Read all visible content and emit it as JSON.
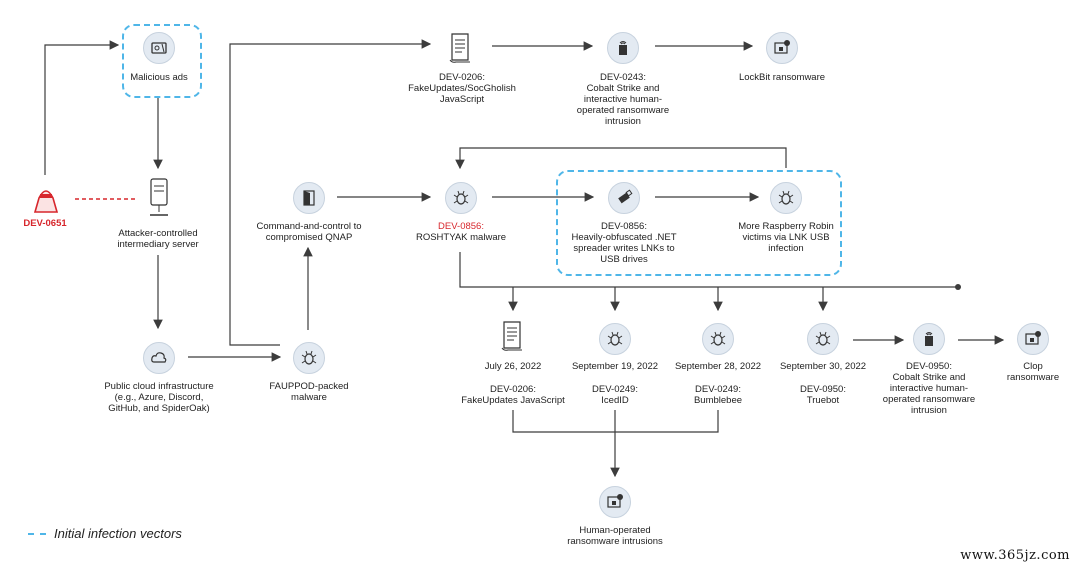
{
  "nodes": {
    "dev0651": {
      "label": "DEV-0651"
    },
    "malicious_ads": {
      "label": "Malicious ads"
    },
    "attacker_server": {
      "line1": "Attacker-controlled",
      "line2": "intermediary server"
    },
    "public_cloud": {
      "line1": "Public cloud infrastructure",
      "line2": "(e.g., Azure, Discord,",
      "line3": "GitHub, and SpiderOak)"
    },
    "fauppod": {
      "line1": "FAUPPOD-packed",
      "line2": "malware"
    },
    "c2_qnap": {
      "line1": "Command-and-control to",
      "line2": "compromised QNAP"
    },
    "fakeupdates_top": {
      "line1": "DEV-0206:",
      "line2": "FakeUpdates/SocGholish",
      "line3": "JavaScript"
    },
    "dev0243": {
      "line1": "DEV-0243:",
      "line2": "Cobalt Strike and",
      "line3": "interactive human-",
      "line4": "operated ransomware",
      "line5": "intrusion"
    },
    "lockbit": {
      "label": "LockBit ransomware"
    },
    "roshtyak": {
      "id": "DEV-0856:",
      "name": "ROSHTYAK malware"
    },
    "dev0856_spreader": {
      "line1": "DEV-0856:",
      "line2": "Heavily-obfuscated .NET",
      "line3": "spreader writes LNKs to",
      "line4": "USB drives"
    },
    "more_victims": {
      "line1": "More Raspberry Robin",
      "line2": "victims via LNK USB",
      "line3": "infection"
    },
    "fakeupdates_bottom": {
      "date": "July 26, 2022",
      "line1": "DEV-0206:",
      "line2": "FakeUpdates JavaScript"
    },
    "icedid": {
      "date": "September 19, 2022",
      "line1": "DEV-0249:",
      "line2": "IcedID"
    },
    "bumblebee": {
      "date": "September 28, 2022",
      "line1": "DEV-0249:",
      "line2": "Bumblebee"
    },
    "truebot": {
      "date": "September 30, 2022",
      "line1": "DEV-0950:",
      "line2": "Truebot"
    },
    "dev0950": {
      "line1": "DEV-0950:",
      "line2": "Cobalt Strike and",
      "line3": "interactive human-",
      "line4": "operated ransomware",
      "line5": "intrusion"
    },
    "clop": {
      "line1": "Clop",
      "line2": "ransomware"
    },
    "human_operated": {
      "line1": "Human-operated",
      "line2": "ransomware intrusions"
    }
  },
  "legend": {
    "label": "Initial infection vectors"
  },
  "watermark": "www.365jz.com",
  "colors": {
    "accent_red": "#d7262c",
    "dash_blue": "#4fb6e8",
    "line": "#3c3c3c",
    "icon_bg": "#e3eaf2"
  }
}
